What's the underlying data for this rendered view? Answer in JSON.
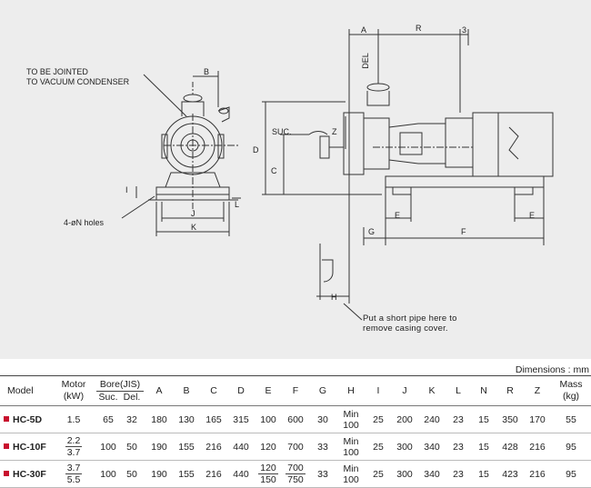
{
  "drawing": {
    "labels": {
      "vacuum_note_1": "TO BE JOINTED",
      "vacuum_note_2": "TO VACUUM CONDENSER",
      "holes": "4-øN holes",
      "suc": "SUC.",
      "del": "DEL",
      "pipe_note_1": "Put a short pipe here to",
      "pipe_note_2": "remove casing cover.",
      "A": "A",
      "B": "B",
      "C": "C",
      "D": "D",
      "E": "E",
      "F": "F",
      "G": "G",
      "H": "H",
      "I": "I",
      "J": "J",
      "K": "K",
      "L": "L",
      "R": "R",
      "Z": "Z",
      "three": "3"
    }
  },
  "table": {
    "dimensions_note": "Dimensions : mm",
    "headers": {
      "model": "Model",
      "motor_1": "Motor",
      "motor_2": "(kW)",
      "bore": "Bore(JIS)",
      "suc": "Suc.",
      "del": "Del.",
      "cols": [
        "A",
        "B",
        "C",
        "D",
        "E",
        "F",
        "G",
        "H",
        "I",
        "J",
        "K",
        "L",
        "N",
        "R",
        "Z"
      ],
      "mass_1": "Mass",
      "mass_2": "(kg)"
    },
    "rows": [
      {
        "model": "HC-5D",
        "motor_top": "1.5",
        "motor_bot": "",
        "suc": "65",
        "del": "32",
        "A": "180",
        "B": "130",
        "C": "165",
        "D": "315",
        "E_top": "100",
        "E_bot": "",
        "F_top": "600",
        "F_bot": "",
        "G": "30",
        "H_top": "Min",
        "H_bot": "100",
        "I": "25",
        "J": "200",
        "K": "240",
        "L": "23",
        "N": "15",
        "R": "350",
        "Z": "170",
        "mass": "55"
      },
      {
        "model": "HC-10F",
        "motor_top": "2.2",
        "motor_bot": "3.7",
        "suc": "100",
        "del": "50",
        "A": "190",
        "B": "155",
        "C": "216",
        "D": "440",
        "E_top": "120",
        "E_bot": "",
        "F_top": "700",
        "F_bot": "",
        "G": "33",
        "H_top": "Min",
        "H_bot": "100",
        "I": "25",
        "J": "300",
        "K": "340",
        "L": "23",
        "N": "15",
        "R": "428",
        "Z": "216",
        "mass": "95"
      },
      {
        "model": "HC-30F",
        "motor_top": "3.7",
        "motor_bot": "5.5",
        "suc": "100",
        "del": "50",
        "A": "190",
        "B": "155",
        "C": "216",
        "D": "440",
        "E_top": "120",
        "E_bot": "150",
        "F_top": "700",
        "F_bot": "750",
        "G": "33",
        "H_top": "Min",
        "H_bot": "100",
        "I": "25",
        "J": "300",
        "K": "340",
        "L": "23",
        "N": "15",
        "R": "423",
        "Z": "216",
        "mass": "95"
      }
    ]
  }
}
